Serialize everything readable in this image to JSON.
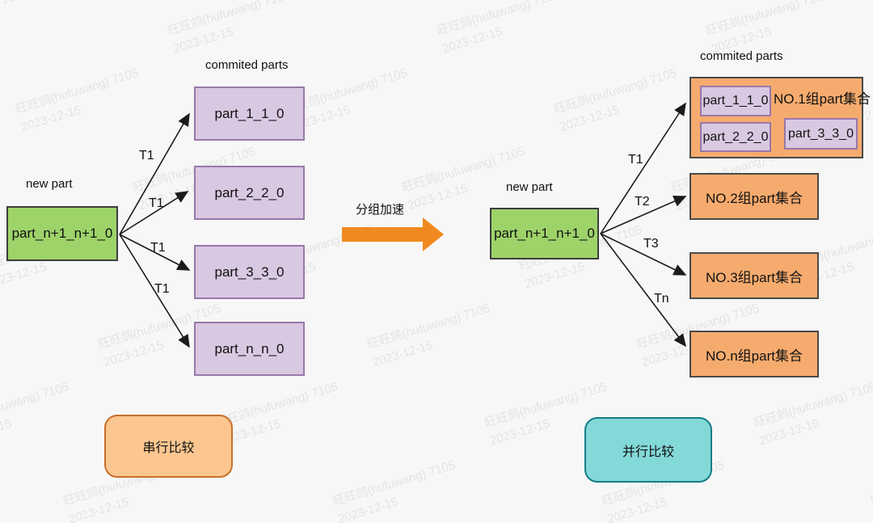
{
  "watermark": {
    "line1": "旺旺鸽(hufuwang) 7105",
    "line2": "2023-12-15"
  },
  "left": {
    "committed_label": "commited parts",
    "new_part_label": "new part",
    "source_box": "part_n+1_n+1_0",
    "parts": [
      "part_1_1_0",
      "part_2_2_0",
      "part_3_3_0",
      "part_n_n_0"
    ],
    "edge_labels": [
      "T1",
      "T1",
      "T1",
      "T1"
    ],
    "caption": "串行比较"
  },
  "middle": {
    "label": "分组加速"
  },
  "right": {
    "committed_label": "commited parts",
    "new_part_label": "new part",
    "source_box": "part_n+1_n+1_0",
    "group1": {
      "title": "NO.1组part集合",
      "parts": [
        "part_1_1_0",
        "part_2_2_0",
        "part_3_3_0"
      ]
    },
    "groups": [
      "NO.2组part集合",
      "NO.3组part集合",
      "NO.n组part集合"
    ],
    "edge_labels": [
      "T1",
      "T2",
      "T3",
      "Tn"
    ],
    "caption": "并行比较"
  },
  "colors": {
    "background": "#f7f7f7",
    "green_fill": "#9ed36a",
    "purple_fill": "#d9c8e1",
    "purple_border": "#9878a8",
    "orange_fill": "#f6ab6e",
    "caption_orange_fill": "#fbc68f",
    "caption_orange_border": "#c96f2b",
    "teal_fill": "#83d8d8",
    "teal_border": "#157e86",
    "block_arrow": "#f18a1e",
    "arrow_stroke": "#1b1b1b"
  }
}
